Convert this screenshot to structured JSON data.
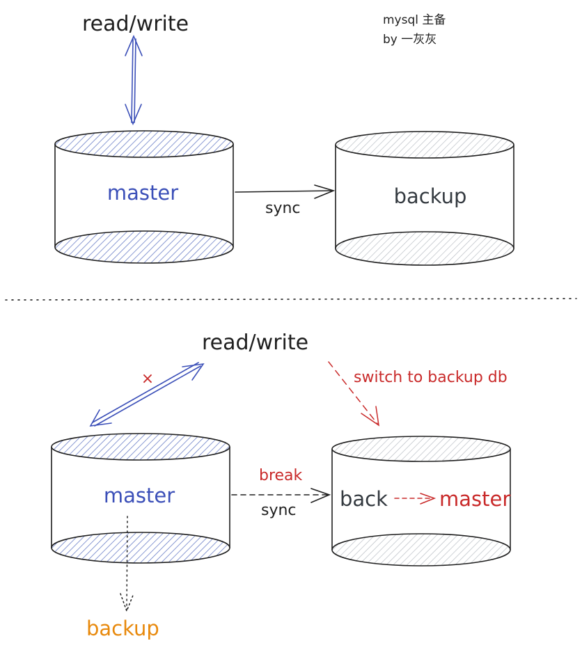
{
  "title": {
    "line1": "mysql 主备",
    "line2": "by 一灰灰"
  },
  "top": {
    "client_label": "read/write",
    "master_label": "master",
    "backup_label": "backup",
    "link_label": "sync"
  },
  "bottom": {
    "client_label": "read/write",
    "cross_mark": "×",
    "switch_label": "switch to backup db",
    "master_label": "master",
    "backup_db_prefix": "back",
    "backup_db_promoted": "master",
    "break_label": "break",
    "link_label": "sync",
    "old_master_role": "backup"
  },
  "colors": {
    "ink": "#1e1e1e",
    "blue": "#3b4fb8",
    "red": "#c92a2a",
    "orange": "#e8890c",
    "grey": "#343a40",
    "hatch_blue": "#6b7fc7",
    "hatch_grey": "#b9bec4"
  }
}
